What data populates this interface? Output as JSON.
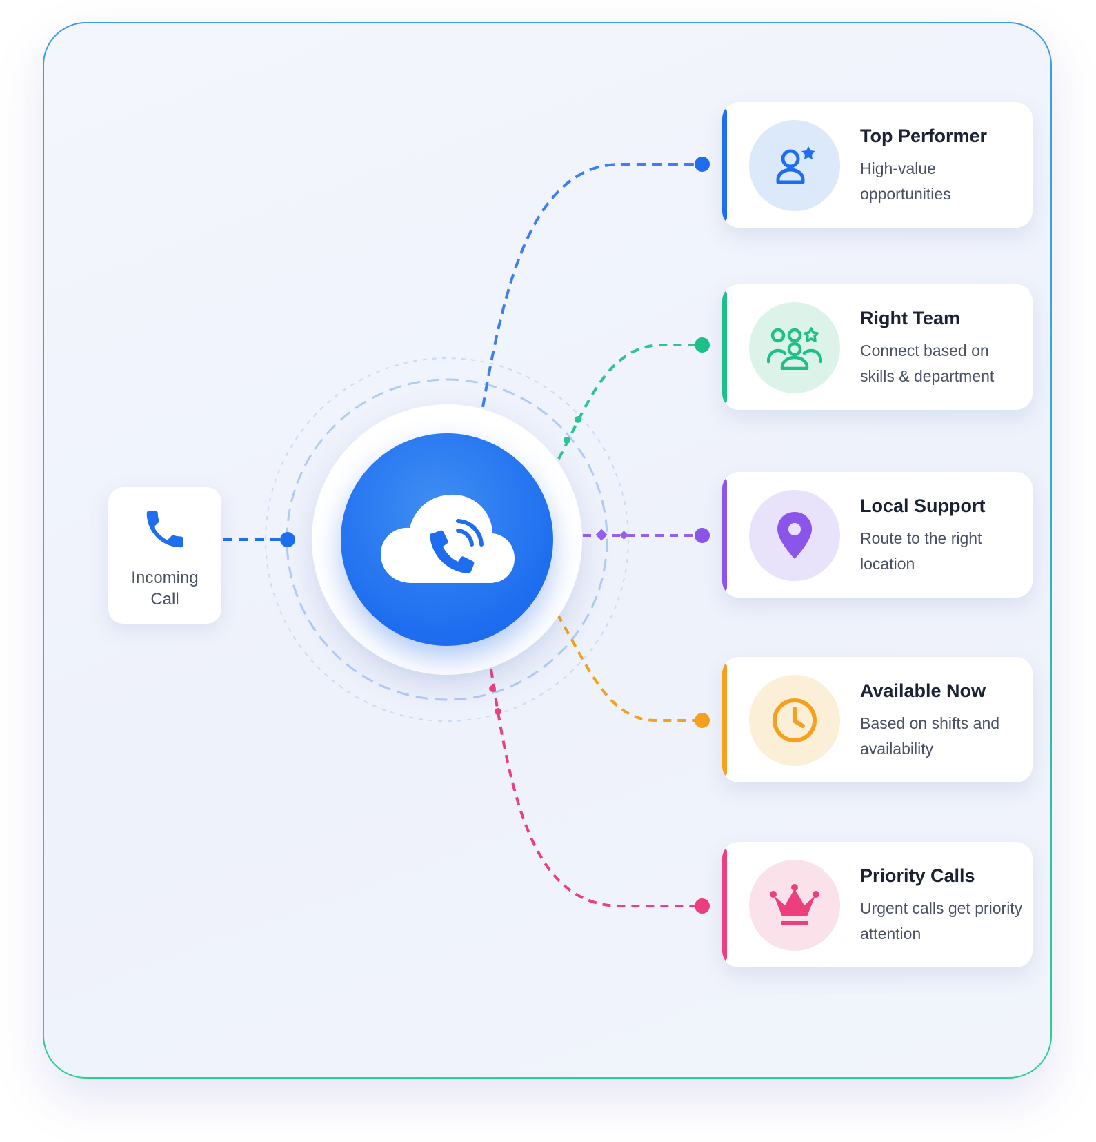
{
  "incoming": {
    "label": "Incoming\nCall",
    "icon": "phone-icon",
    "color": "#1f6ef0"
  },
  "hub": {
    "icon": "cloud-phone-icon",
    "color": "#1e6df0"
  },
  "destinations": [
    {
      "title": "Top Performer",
      "description": "High-value opportunities",
      "icon": "user-star-icon",
      "color": "#1f6ef0",
      "tint": "#dce9fb"
    },
    {
      "title": "Right Team",
      "description": "Connect based on skills & department",
      "icon": "team-icon",
      "color": "#1fbf8a",
      "tint": "#dcf3ea"
    },
    {
      "title": "Local Support",
      "description": "Route to the right location",
      "icon": "location-pin-icon",
      "color": "#8b55ea",
      "tint": "#e8e2fa"
    },
    {
      "title": "Available Now",
      "description": "Based on shifts and availability",
      "icon": "clock-icon",
      "color": "#f5a01e",
      "tint": "#fcefd8"
    },
    {
      "title": "Priority Calls",
      "description": "Urgent calls get priority attention",
      "icon": "crown-icon",
      "color": "#ec3f7d",
      "tint": "#fbe2ea"
    }
  ]
}
